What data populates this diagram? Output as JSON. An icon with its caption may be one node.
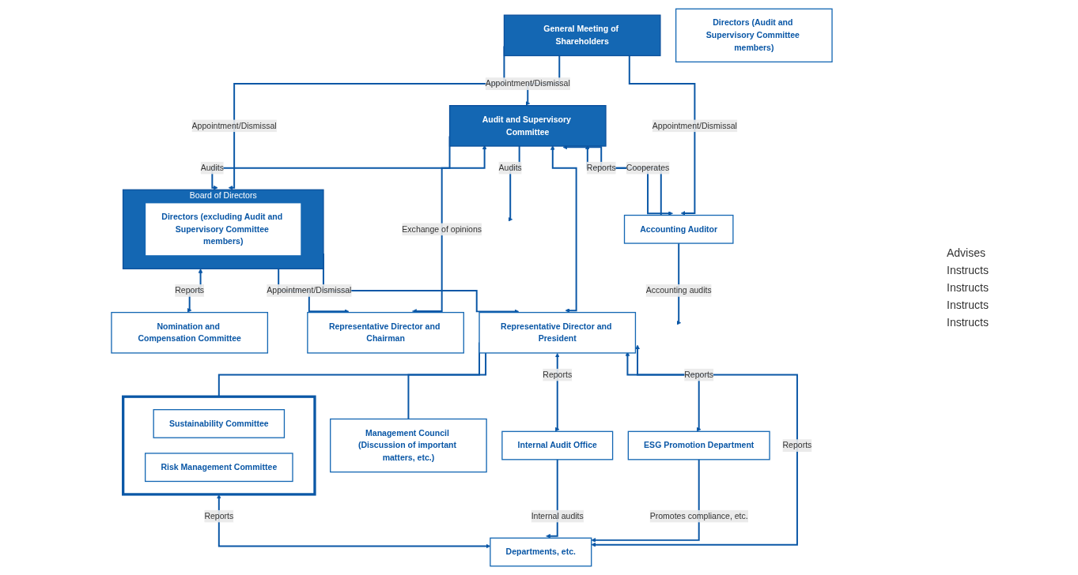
{
  "diagram": {
    "nodes": [
      {
        "text": [
          "General Meeting of Shareholders"
        ]
      },
      {
        "text": [
          "Board of Directors"
        ]
      },
      {
        "text": [
          "Directors (excluding Audit and Supervisory Committee members)"
        ],
        "in": 1
      },
      {
        "text": [
          "Directors (Audit and Supervisory Committee members)"
        ]
      },
      {
        "text": [
          "Audit and Supervisory Committee"
        ]
      },
      {
        "text": [
          "Accounting Auditor"
        ]
      },
      {
        "text": [
          "Representative Director and Chairman"
        ]
      },
      {
        "text": [
          "Representative Director and President"
        ]
      },
      {
        "text": [
          "Nomination and Compensation Committee"
        ]
      },
      {
        "text": [
          "Management Council (Discussion of important matters, etc.)"
        ]
      },
      {
        "text": [],
        "shape": "box"
      },
      {
        "text": [
          "Sustainability Committee"
        ],
        "in": 10
      },
      {
        "text": [
          "Risk Management Committee"
        ],
        "in": 10
      },
      {
        "text": [
          "ESG Promotion Department"
        ]
      },
      {
        "text": [
          "Internal Audit Office"
        ]
      },
      {
        "text": [
          "Departments, etc."
        ]
      }
    ],
    "edges": [
      {
        "from": 0,
        "to": 1,
        "arrow": "to",
        "label": "Appointment/Dismissal"
      },
      {
        "from": 0,
        "to": 4,
        "arrow": "to",
        "label": "Appointment/Dismissal"
      },
      {
        "from": 0,
        "to": 5,
        "arrow": "to",
        "label": "Appointment/Dismissal"
      },
      {
        "from": 4,
        "to": 1,
        "arrow": "to",
        "label": "Audits"
      },
      {
        "from": 5,
        "to": 4,
        "arrow": "to",
        "label": "Reports"
      },
      {
        "from": 4,
        "to": 5,
        "arrow": "both",
        "label": "Cooperates"
      },
      {
        "from": 5,
        "to": null,
        "arrow": "to",
        "label": "Accounting audits"
      },
      {
        "from": 4,
        "to": null,
        "arrow": "to",
        "label": "Audits"
      },
      {
        "from": 1,
        "to": 6,
        "arrow": "to",
        "label": "Appointment/Dismissal"
      },
      {
        "from": 1,
        "to": 7,
        "arrow": "to"
      },
      {
        "from": 1,
        "to": 8,
        "arrow": "both",
        "label": "Reports"
      },
      {
        "from": 4,
        "to": 6,
        "arrow": "both",
        "label": "Exchange of opinions"
      },
      {
        "from": 4,
        "to": 7,
        "arrow": "both"
      },
      {
        "from": 7,
        "to": 9,
        "arrow": "none"
      },
      {
        "from": 7,
        "to": 10,
        "arrow": "none"
      },
      {
        "from": 7,
        "to": 14,
        "arrow": "both",
        "label": "Reports"
      },
      {
        "from": 7,
        "to": 13,
        "arrow": "both",
        "label": "Reports"
      },
      {
        "from": 7,
        "to": 15,
        "arrow": "both",
        "label": "Reports"
      },
      {
        "from": 10,
        "to": 15,
        "arrow": "both",
        "label": "Reports"
      },
      {
        "from": 13,
        "to": 15,
        "arrow": "to",
        "label": "Promotes compliance, etc."
      },
      {
        "from": 14,
        "to": 15,
        "arrow": "to",
        "label": "Internal audits"
      }
    ],
    "labels": [
      "Advises",
      "Instructs",
      "Instructs",
      "Instructs",
      "Instructs"
    ]
  }
}
